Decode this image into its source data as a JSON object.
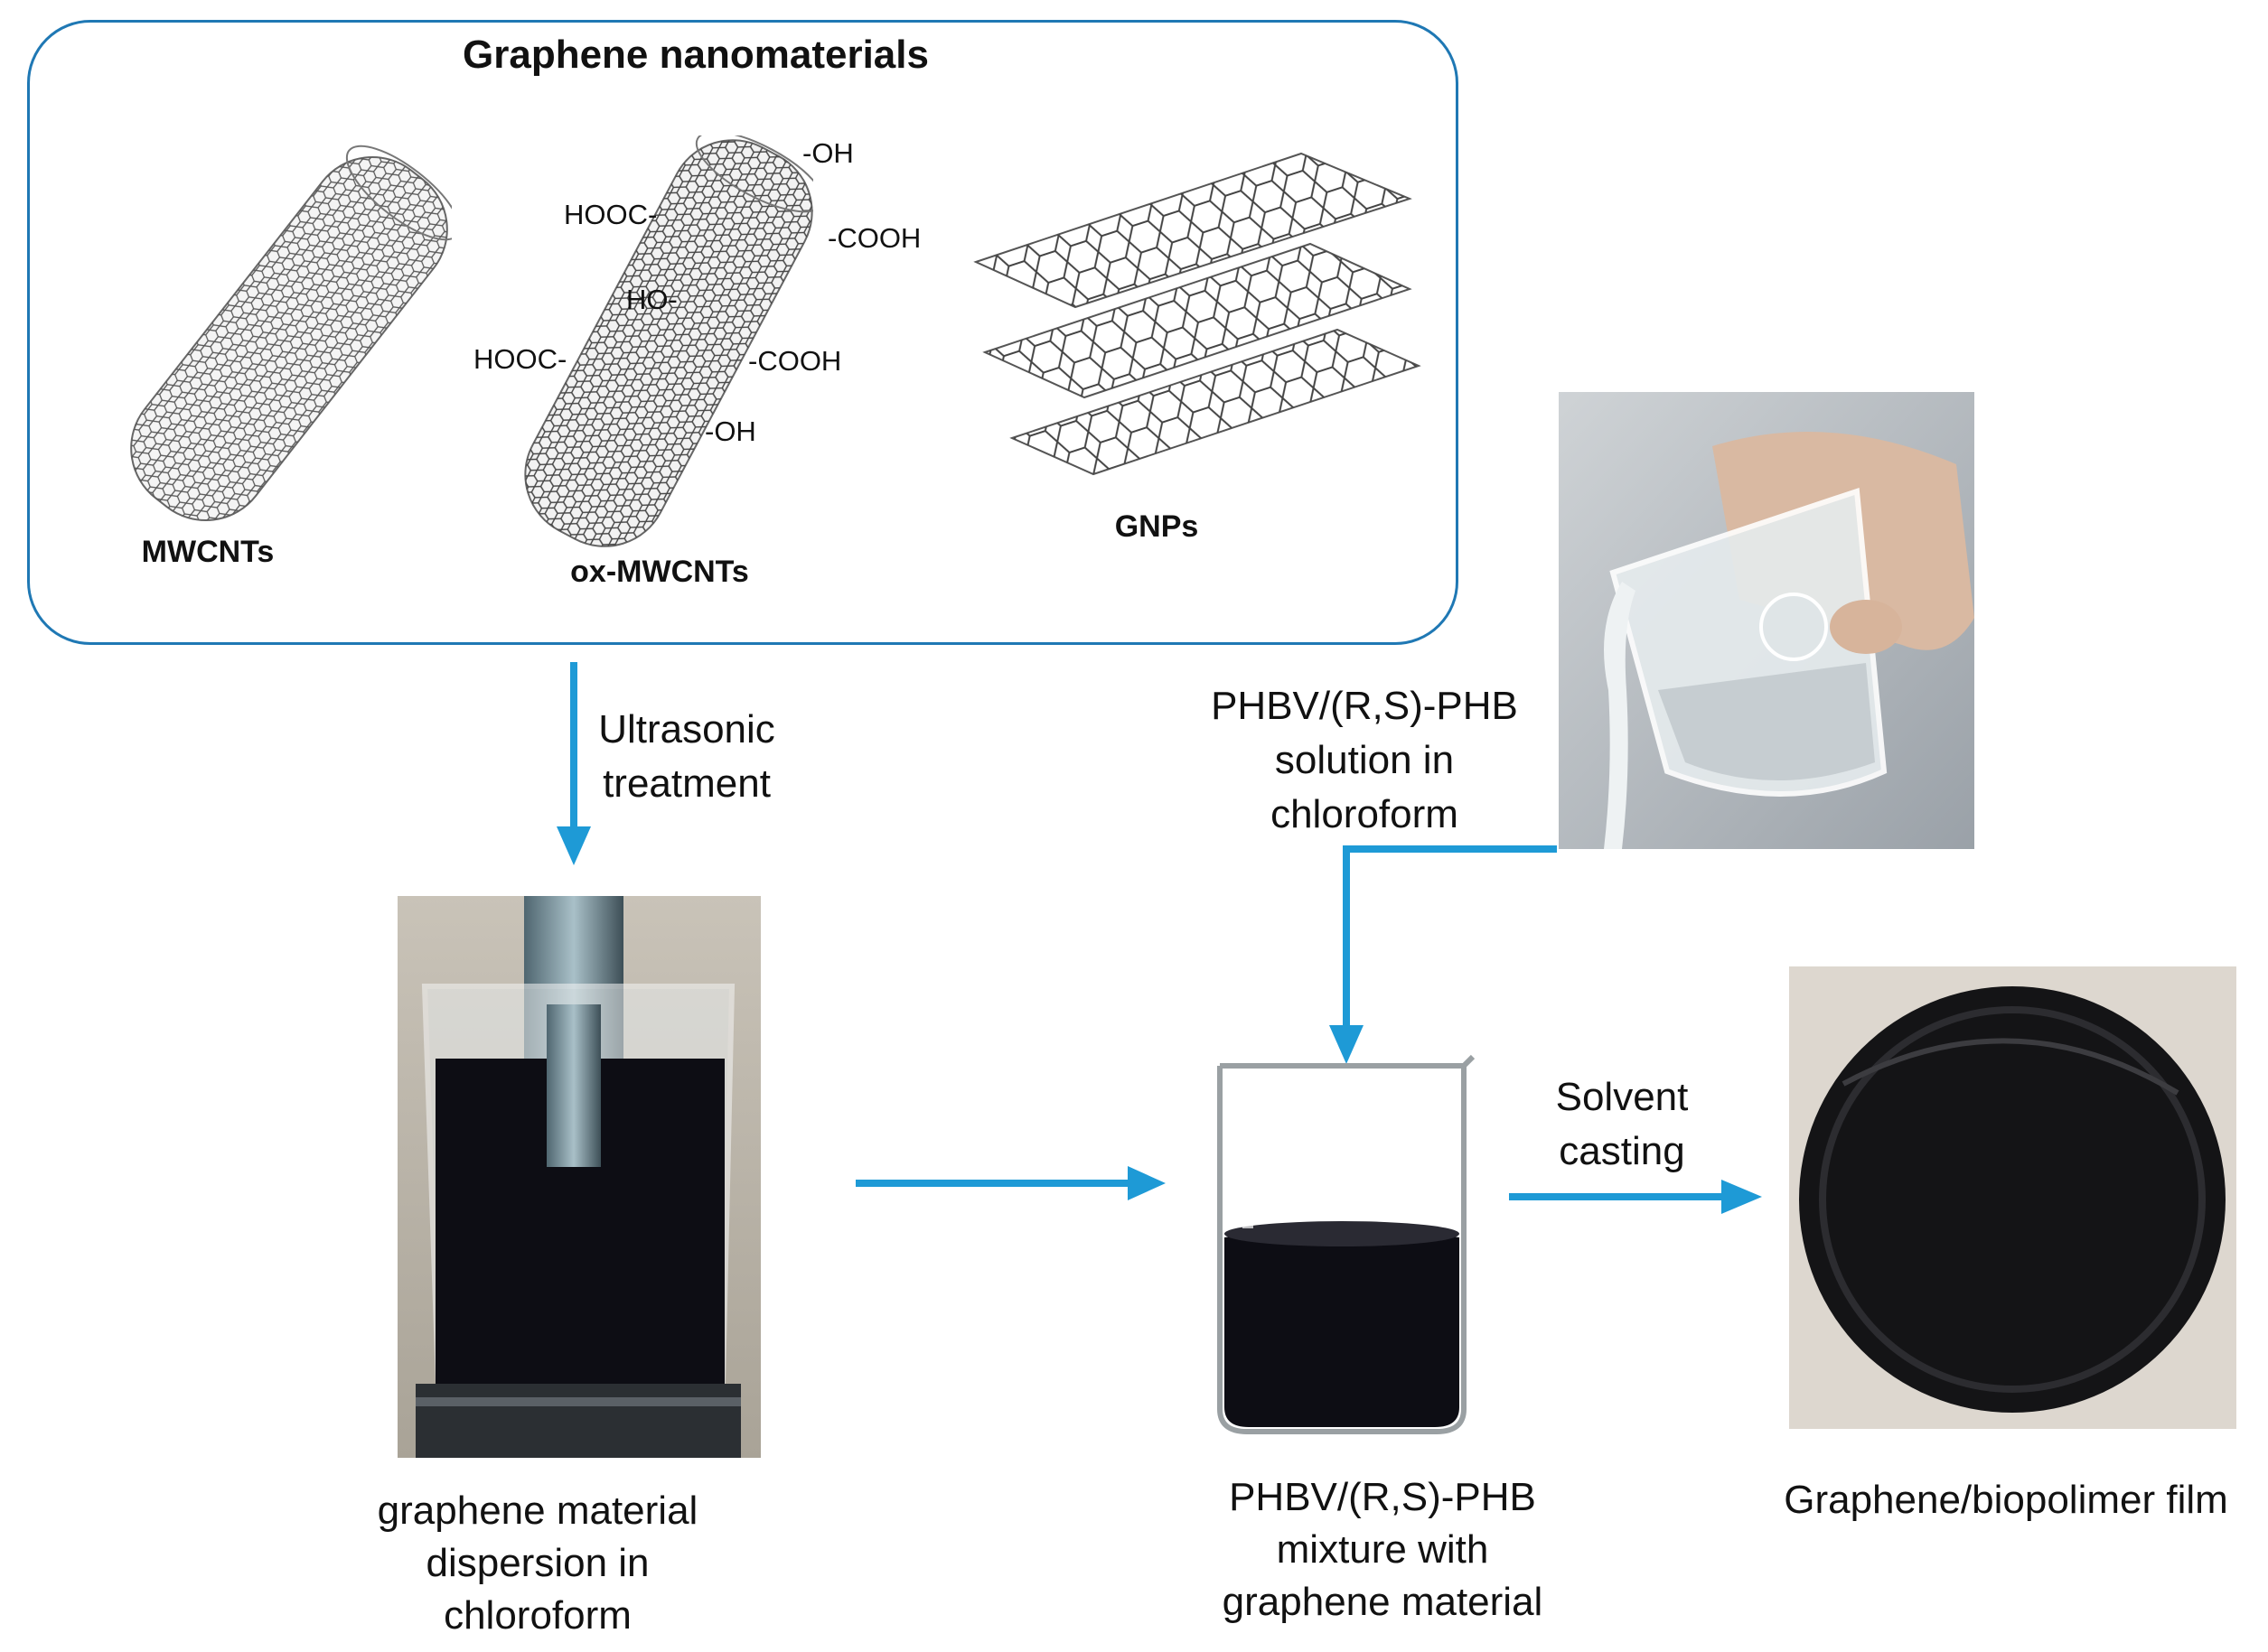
{
  "panel": {
    "title": "Graphene nanomaterials",
    "materials": [
      {
        "label": "MWCNTs"
      },
      {
        "label": "ox-MWCNTs"
      },
      {
        "label": "GNPs"
      }
    ],
    "functional_groups": [
      "-OH",
      "HOOC-",
      "-COOH",
      "HO-",
      "HOOC-",
      "-COOH",
      "-OH"
    ]
  },
  "steps": {
    "ultrasonic": [
      "Ultrasonic",
      "treatment"
    ],
    "solution": [
      "PHBV/(R,S)-PHB",
      "solution in",
      "chloroform"
    ],
    "solvent_casting": [
      "Solvent",
      "casting"
    ]
  },
  "captions": {
    "dispersion": [
      "graphene material",
      "dispersion in",
      "chloroform"
    ],
    "mixture": [
      "PHBV/(R,S)-PHB",
      "mixture with",
      "graphene material"
    ],
    "film": "Graphene/biopolimer film"
  },
  "colors": {
    "arrow": "#1e9ad6",
    "frame": "#1f78b4",
    "liquid": "#0d0d14"
  }
}
